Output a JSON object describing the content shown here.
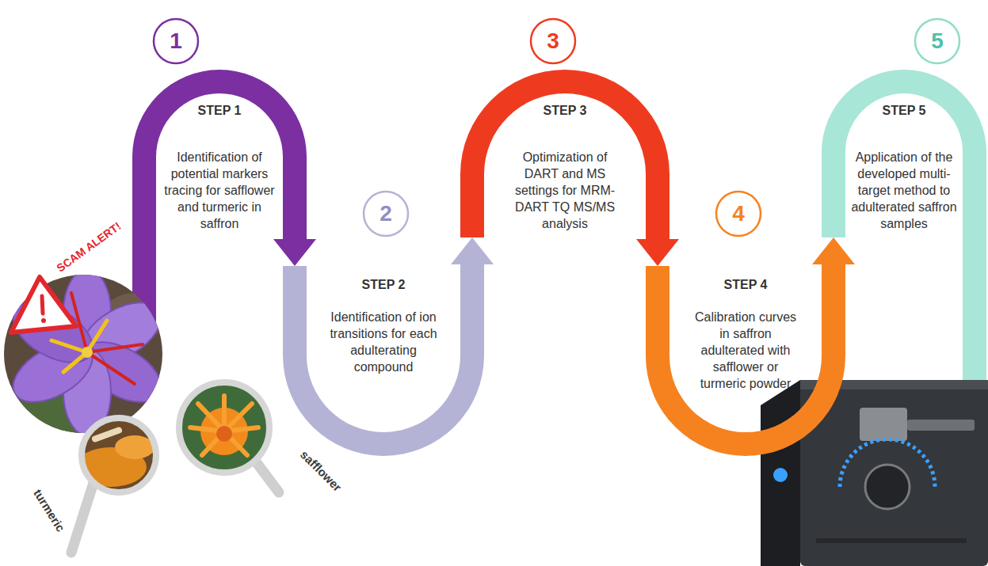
{
  "diagram": {
    "nodes": [
      {
        "text": [
          "1"
        ]
      },
      {
        "text": [
          "STEP 1",
          "Identification of potential markers tracing for safflower and turmeric in saffron"
        ]
      },
      {
        "text": [
          "2"
        ]
      },
      {
        "text": [
          "STEP 2",
          "Identification of ion transitions for each adulterating compound"
        ]
      },
      {
        "text": [
          "3"
        ]
      },
      {
        "text": [
          "STEP 3",
          "Optimization of DART and MS settings for MRM-DART TQ MS/MS analysis"
        ]
      },
      {
        "text": [
          "4"
        ]
      },
      {
        "text": [
          "STEP 4",
          "Calibration curves in saffron adulterated with safflower or turmeric powder"
        ]
      },
      {
        "text": [
          "5"
        ]
      },
      {
        "text": [
          "STEP 5",
          "Application of the developed multi-target method to adulterated saffron samples"
        ]
      }
    ],
    "edges": [
      {
        "from": 1,
        "to": 3,
        "arrow": "to"
      },
      {
        "from": 3,
        "to": 5,
        "arrow": "to"
      },
      {
        "from": 5,
        "to": 7,
        "arrow": "to"
      },
      {
        "from": 7,
        "to": 9,
        "arrow": "to"
      }
    ],
    "labels": [
      "SCAM ALERT!",
      "turmeric",
      "safflower"
    ]
  }
}
